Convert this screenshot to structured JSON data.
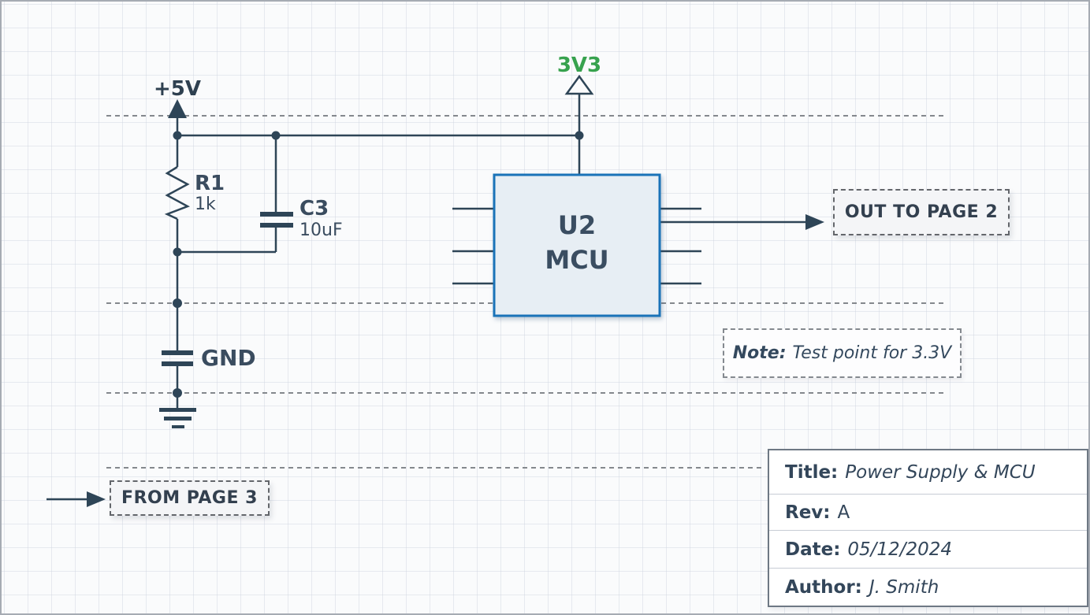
{
  "diagram": {
    "type": "electrical-schematic",
    "power_labels": {
      "v5": "+5V",
      "v3": "3V3",
      "gnd": "GND"
    },
    "components": {
      "resistor": {
        "ref": "R1",
        "value": "1k"
      },
      "capacitor": {
        "ref": "C3",
        "value": "10uF"
      },
      "mcu": {
        "ref": "U2",
        "name": "MCU"
      }
    },
    "connectors": {
      "out": "OUT TO PAGE 2",
      "from": "FROM PAGE 3"
    },
    "note": {
      "label": "Note:",
      "text": "Test point for 3.3V"
    },
    "title_block": {
      "rows": [
        {
          "label": "Title:",
          "value": "Power Supply & MCU"
        },
        {
          "label": "Rev:",
          "value": "A"
        },
        {
          "label": "Date:",
          "value": "05/12/2024"
        },
        {
          "label": "Author:",
          "value": "J. Smith"
        }
      ]
    },
    "colors": {
      "wire": "#2e4557",
      "text": "#33465a",
      "mcu_border": "#1a73b8",
      "mcu_fill": "#e7eef4",
      "power_green": "#37a24e",
      "guide_dash": "#84888d",
      "grid": "#ced3e0"
    }
  }
}
